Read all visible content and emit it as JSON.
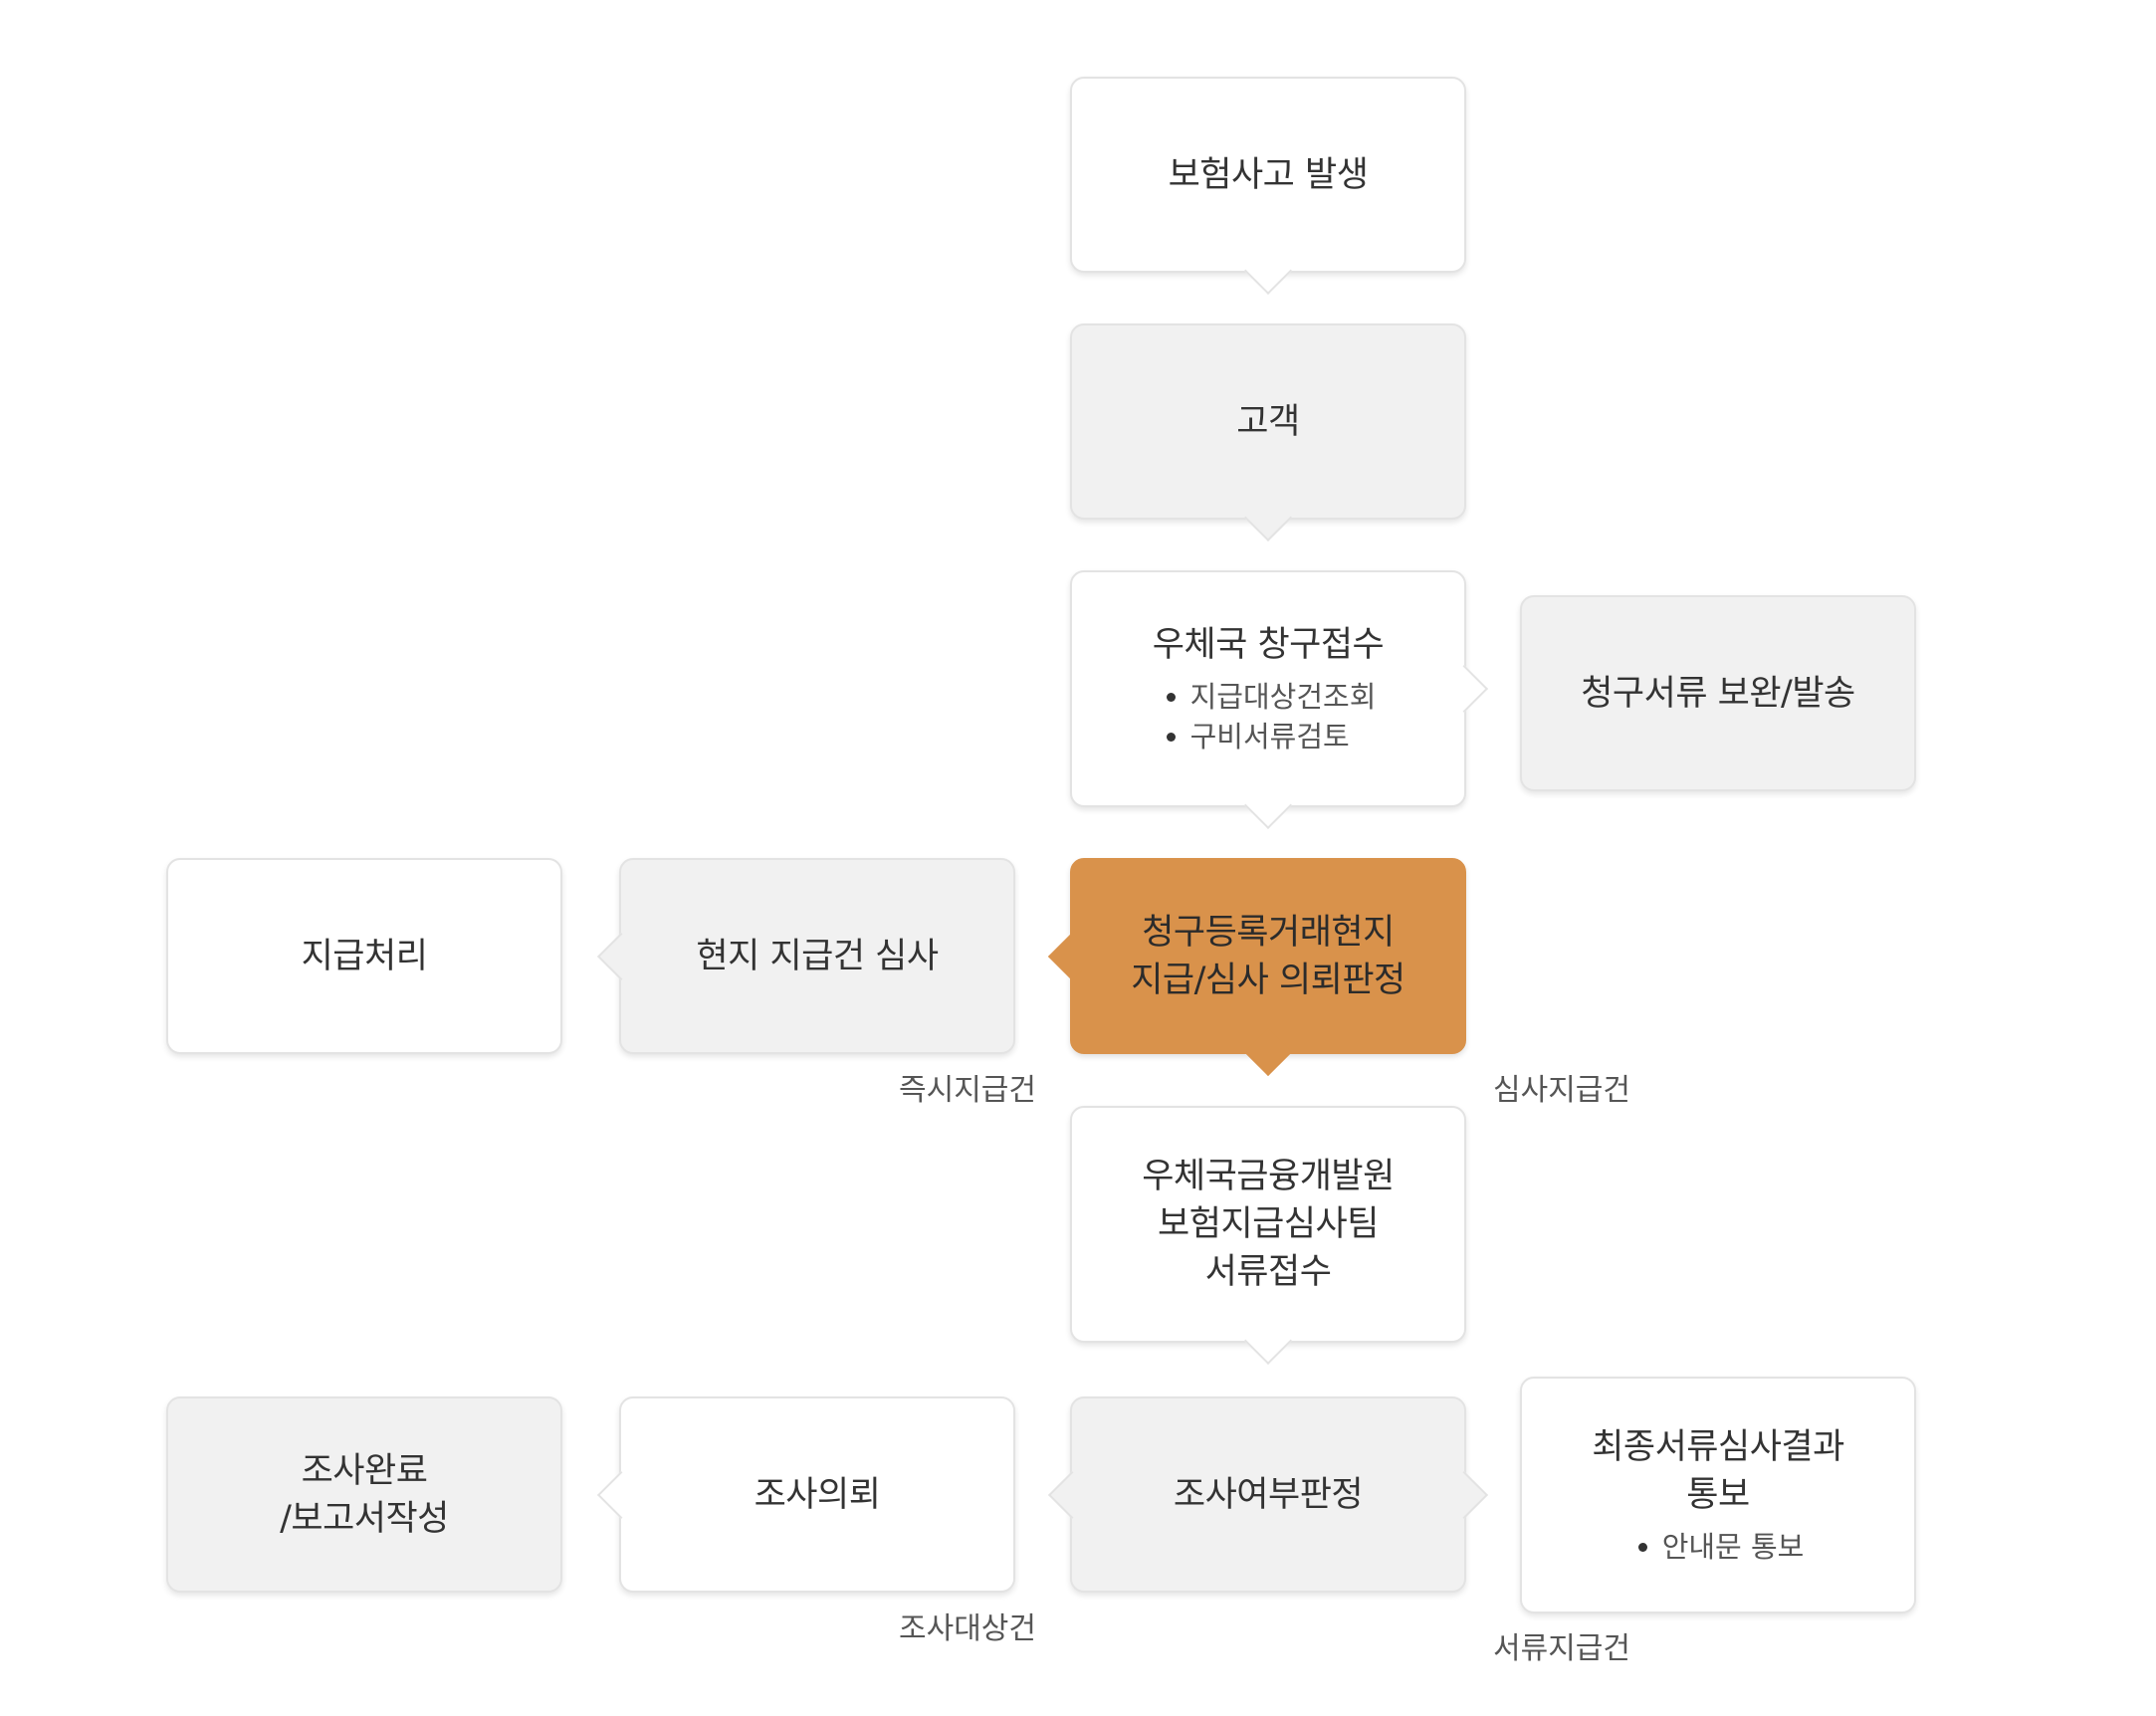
{
  "nodes": {
    "insurance_accident": {
      "title": "보험사고 발생"
    },
    "customer": {
      "title": "고객"
    },
    "post_office_claim": {
      "title": "우체국 창구접수",
      "bullets": [
        "지급대상건조회",
        "구비서류검토"
      ]
    },
    "claim_docs": {
      "title": "청구서류 보완/발송"
    },
    "claim_registration": {
      "title_line1": "청구등록거래현지",
      "title_line2": "지급/심사 의뢰판정"
    },
    "local_review": {
      "title": "현지 지급건 심사"
    },
    "payment": {
      "title": "지급처리"
    },
    "review_team": {
      "title_line1": "우체국금융개발원",
      "title_line2": "보험지급심사팀",
      "title_line3": "서류접수"
    },
    "investigation_decision": {
      "title": "조사여부판정"
    },
    "investigation_request": {
      "title": "조사의뢰"
    },
    "investigation_complete": {
      "title_line1": "조사완료",
      "title_line2": "/보고서작성"
    },
    "final_result": {
      "title_line1": "최종서류심사결과",
      "title_line2": "통보",
      "bullets": [
        "안내문 통보"
      ]
    }
  },
  "labels": {
    "immediate_payment": "즉시지급건",
    "review_payment": "심사지급건",
    "investigation_target": "조사대상건",
    "document_payment": "서류지급건"
  },
  "colors": {
    "accent": "#d9924b",
    "gray_box": "#f1f1f1",
    "white_box": "#ffffff",
    "border": "#e3e3e3"
  }
}
